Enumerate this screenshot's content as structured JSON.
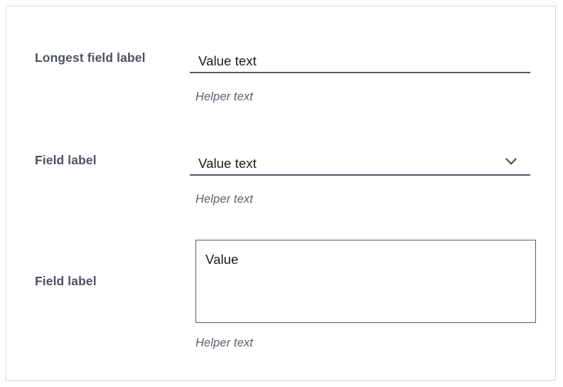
{
  "theme": {
    "page_background": "#ffffff",
    "card_background": "#ffffff",
    "card_border": "#d4d8dd",
    "label_color": "#4d525e",
    "value_color": "#1a1a1a",
    "helper_color": "#5a5f6a",
    "rule_color": "#555a66"
  },
  "form": {
    "fields": [
      {
        "type": "text",
        "label": "Longest field label",
        "value": "Value text",
        "helper": "Helper text"
      },
      {
        "type": "select",
        "label": "Field label",
        "value": "Value text",
        "helper": "Helper text",
        "icon": "chevron-down-icon"
      },
      {
        "type": "textarea",
        "label": "Field label",
        "value": "Value",
        "helper": "Helper text"
      }
    ]
  }
}
